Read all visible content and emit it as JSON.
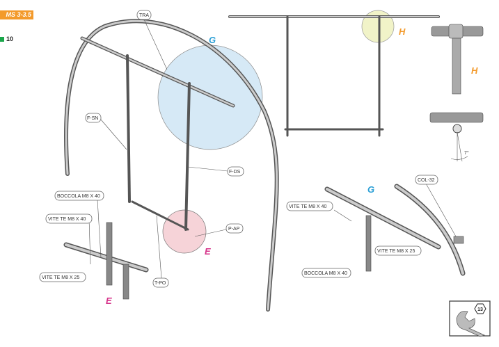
{
  "header": {
    "model": "MS 3-3.5",
    "page_number": "10",
    "page_color": "#1aa64a",
    "model_color": "#f39a2b"
  },
  "labels": {
    "tra": "TRA",
    "f_sn": "F-SN",
    "f_ds": "F-DS",
    "p_ap": "P-AP",
    "t_po": "T-PO",
    "boccola_left": "BOCCOLA M8 X 40",
    "vite40_left": "VITE TE M8 X 40",
    "vite25_left": "VITE TE M8 X 25",
    "col32": "COL-32",
    "vite40_right": "VITE TE M8 X 40",
    "vite25_right": "VITE TE M8 X 25",
    "boccola_right": "BOCCOLA M8 X 40",
    "angle": "7°"
  },
  "detail_markers": {
    "g_main": "G",
    "g_detail": "G",
    "e_main": "E",
    "e_detail": "E",
    "h_main": "H",
    "h_detail": "H",
    "g_color": "#2a9fd6",
    "e_color": "#d6338a",
    "h_color": "#f39a2b"
  },
  "tool": {
    "icon": "wrench-icon",
    "size": "13"
  }
}
